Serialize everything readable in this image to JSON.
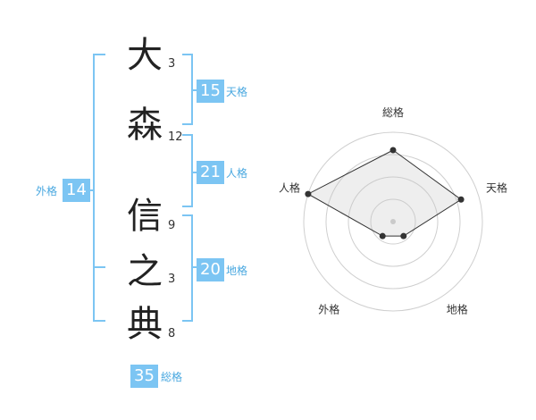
{
  "name": {
    "chars": [
      {
        "char": "大",
        "strokes": "3"
      },
      {
        "char": "森",
        "strokes": "12"
      },
      {
        "char": "信",
        "strokes": "9"
      },
      {
        "char": "之",
        "strokes": "3"
      },
      {
        "char": "典",
        "strokes": "8"
      }
    ]
  },
  "kakusu": {
    "tenkaku": {
      "value": "15",
      "label": "天格"
    },
    "jinkaku": {
      "value": "21",
      "label": "人格"
    },
    "chikaku": {
      "value": "20",
      "label": "地格"
    },
    "gaikaku": {
      "value": "14",
      "label": "外格"
    },
    "soukaku": {
      "value": "35",
      "label": "総格"
    }
  },
  "colors": {
    "accent": "#7cc5f3",
    "label": "#49a8e0"
  },
  "chart_data": {
    "type": "radar",
    "axes": [
      "総格",
      "天格",
      "地格",
      "外格",
      "人格"
    ],
    "values": [
      4,
      4,
      1,
      1,
      5
    ],
    "range": [
      0,
      5
    ],
    "rings": 4,
    "grid": true
  }
}
